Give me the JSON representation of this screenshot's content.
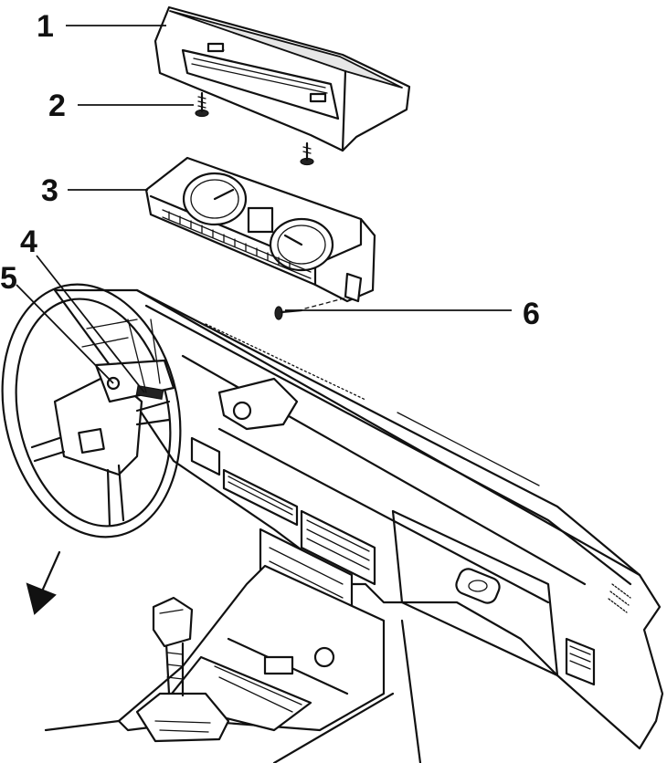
{
  "callouts": [
    {
      "id": "1",
      "label": "1"
    },
    {
      "id": "2",
      "label": "2"
    },
    {
      "id": "3",
      "label": "3"
    },
    {
      "id": "4",
      "label": "4"
    },
    {
      "id": "5",
      "label": "5"
    },
    {
      "id": "6",
      "label": "6"
    }
  ],
  "colors": {
    "line": "#111111",
    "background": "#ffffff",
    "shade": "#e6e6e6"
  }
}
